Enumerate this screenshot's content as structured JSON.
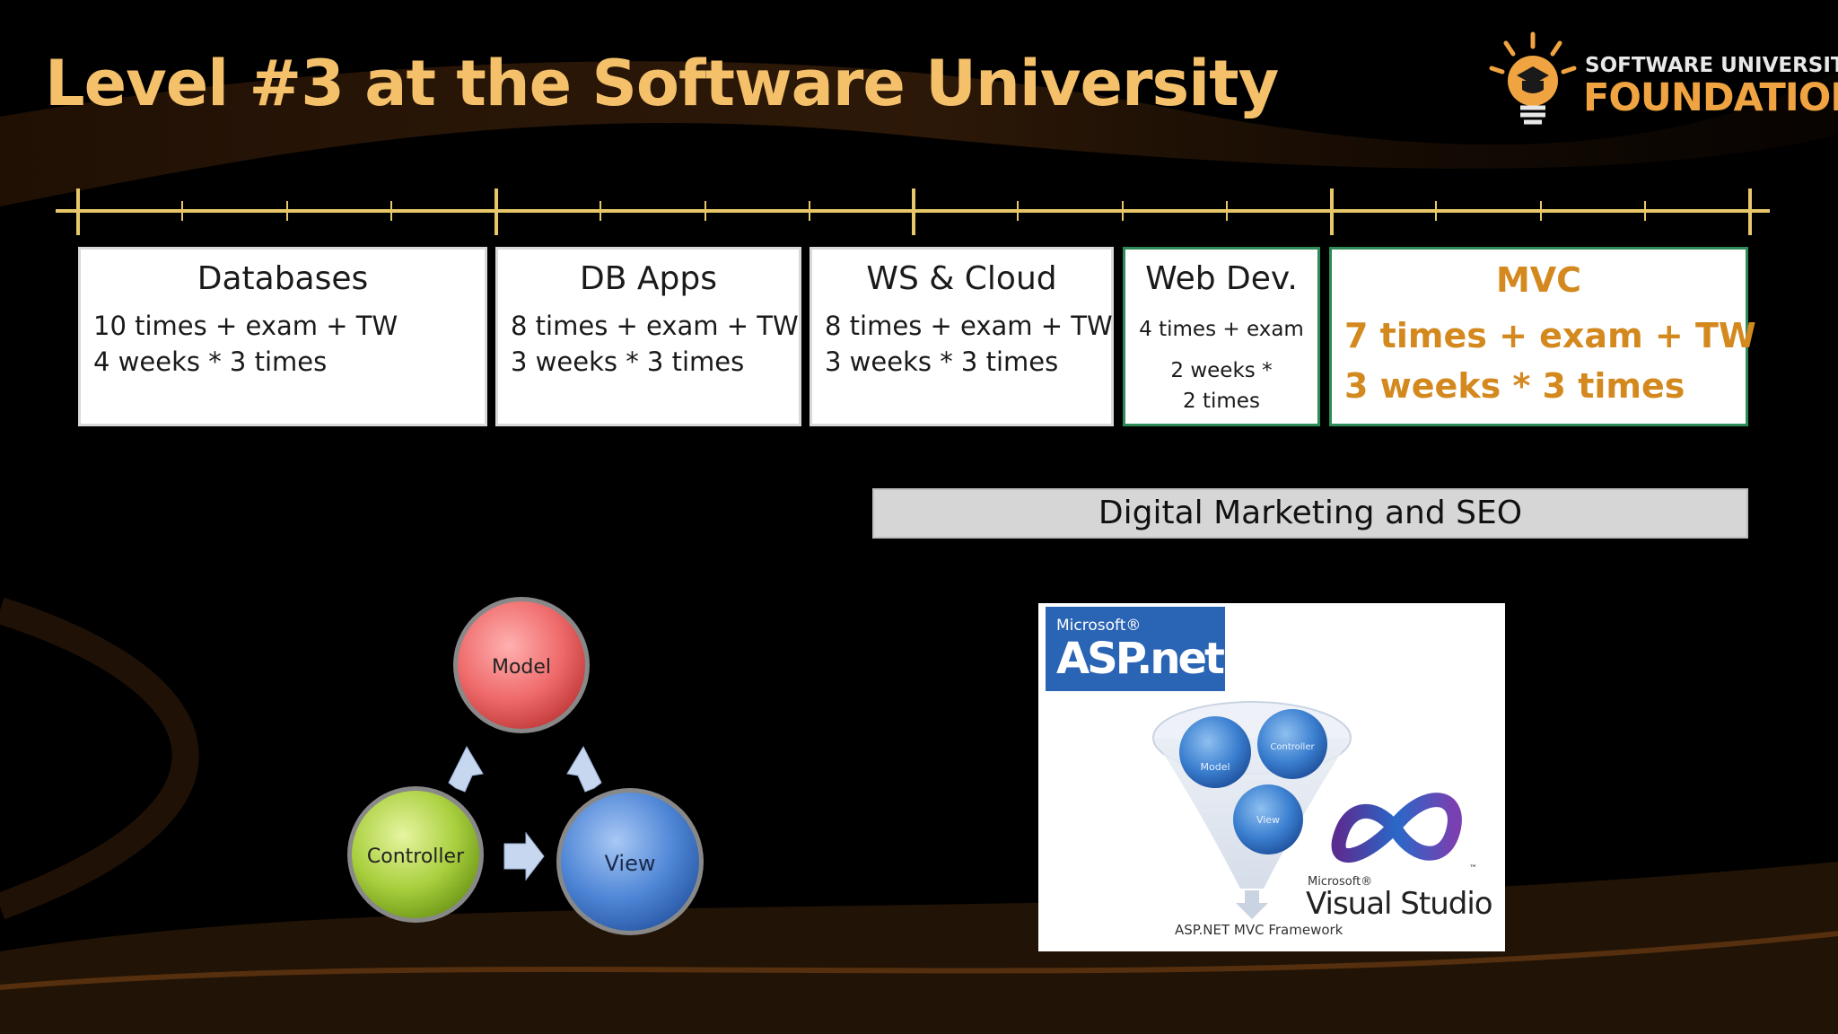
{
  "title": "Level #3 at the Software University",
  "logo": {
    "line1": "SOFTWARE UNIVERSITY",
    "line2": "FOUNDATION"
  },
  "courses": [
    {
      "title": "Databases",
      "lines": [
        "10 times + exam + TW",
        "4 weeks * 3 times"
      ]
    },
    {
      "title": "DB Apps",
      "lines": [
        "8 times + exam + TW",
        "3 weeks * 3 times"
      ]
    },
    {
      "title": "WS & Cloud",
      "lines": [
        "8 times + exam + TW",
        "3 weeks * 3 times"
      ]
    },
    {
      "title": "Web Dev.",
      "lines": [
        "4 times + exam",
        "2 weeks *",
        "2 times"
      ]
    },
    {
      "title": "MVC",
      "lines": [
        "7 times + exam + TW",
        "3 weeks * 3 times"
      ]
    }
  ],
  "seo_label": "Digital Marketing and SEO",
  "diagram": {
    "model": "Model",
    "controller": "Controller",
    "view": "View"
  },
  "asp_panel": {
    "ms_label": "Microsoft®",
    "asp_label": "ASP.net",
    "model": "Model",
    "controller": "Controller",
    "view": "View",
    "vs_ms": "Microsoft®",
    "vs_name": "Visual Studio",
    "tm": "™",
    "framework": "ASP.NET MVC Framework"
  },
  "colors": {
    "title": "#f5c06a",
    "mvc_text": "#d4891f",
    "timeline": "#e8c76a",
    "green_border": "#2e8b57"
  }
}
